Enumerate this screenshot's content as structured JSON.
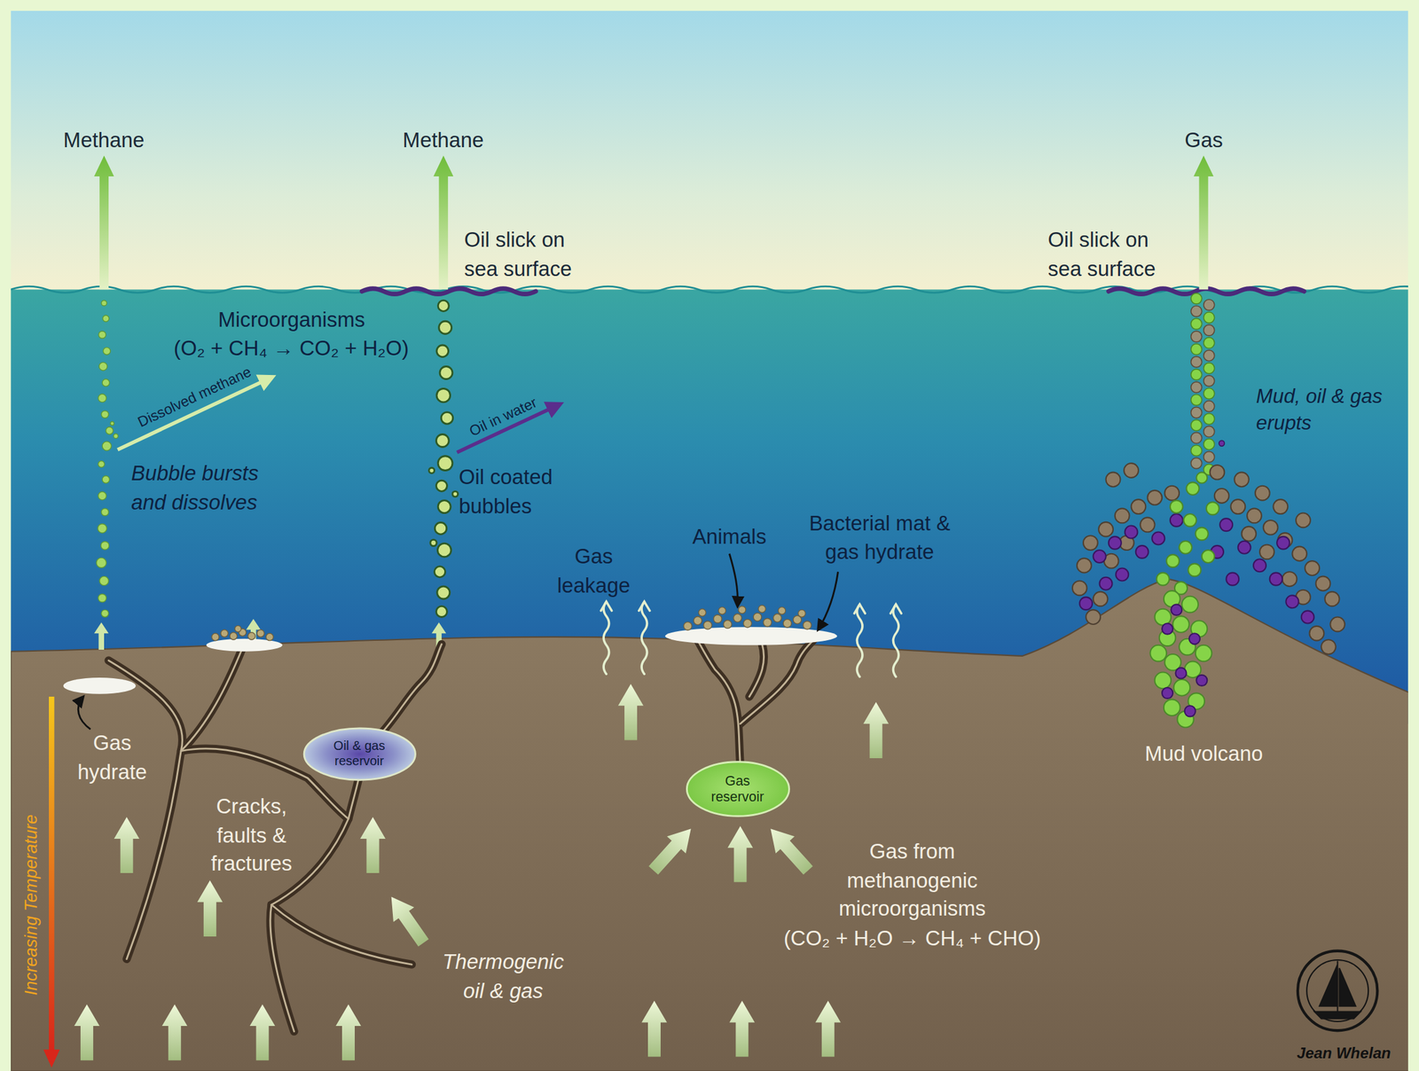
{
  "diagram": {
    "nodes": [
      {
        "text": [
          "Oil & gas reservoir"
        ]
      },
      {
        "text": [
          "Gas reservoir"
        ]
      }
    ],
    "labels": [
      "Methane",
      "Methane",
      "Gas",
      "Oil slick on sea surface",
      "Oil slick on sea surface",
      "Microorganisms",
      "(O₂ + CH₄ → CO₂ + H₂O)",
      "Dissolved methane",
      "Bubble bursts and dissolves",
      "Oil in water",
      "Oil coated bubbles",
      "Gas leakage",
      "Animals",
      "Bacterial mat & gas hydrate",
      "Mud, oil & gas erupts",
      "Gas hydrate",
      "Cracks, faults & fractures",
      "Thermogenic oil & gas",
      "Gas from methanogenic microorganisms",
      "(CO₂ + H₂O → CH₄ + CHO)",
      "Mud volcano",
      "Increasing Temperature",
      "Jean Whelan"
    ]
  }
}
